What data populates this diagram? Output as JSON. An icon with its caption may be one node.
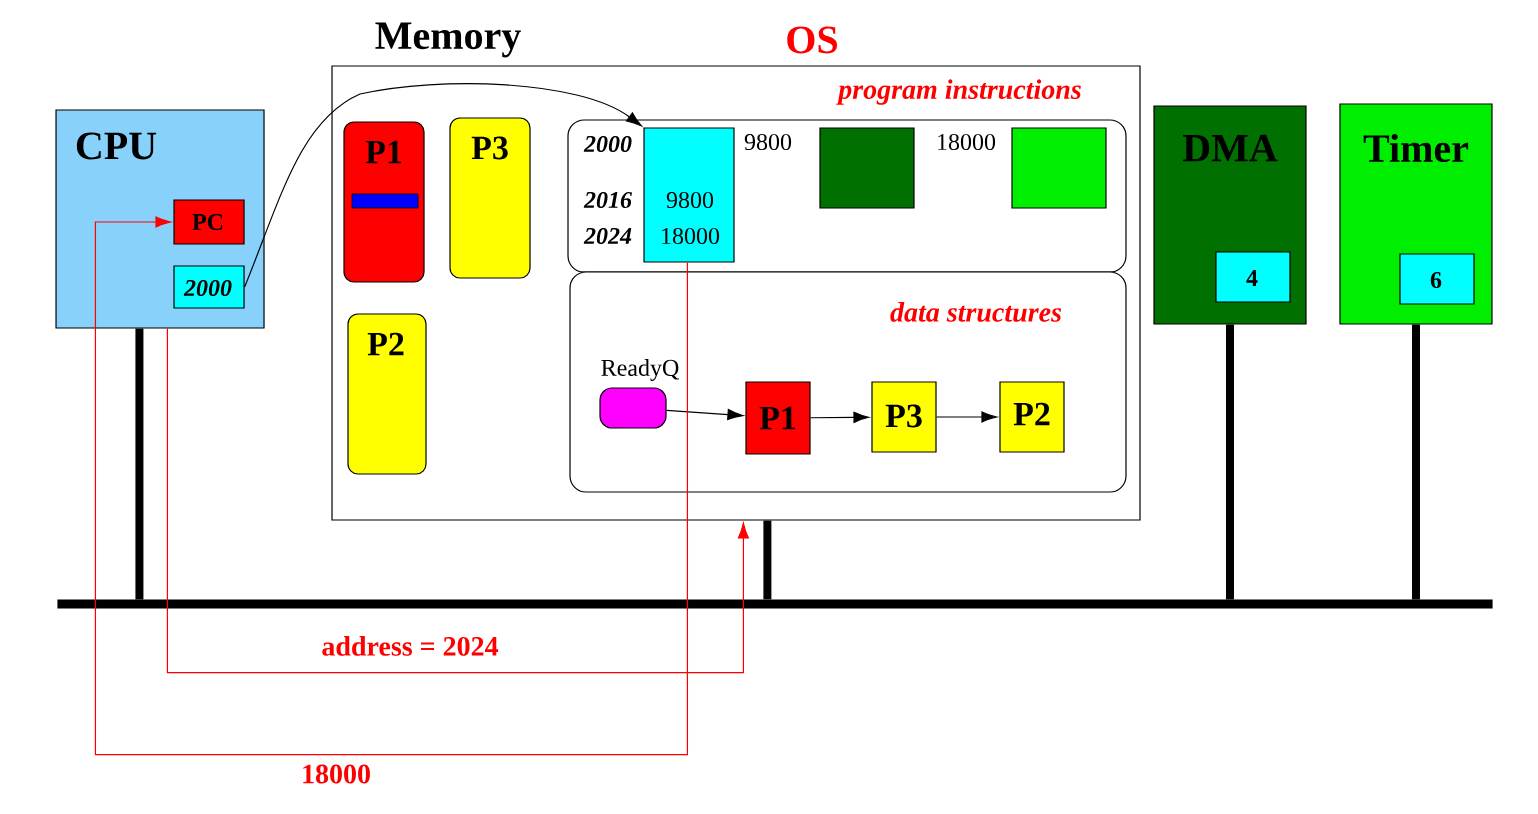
{
  "diagram": {
    "nodes": [
      {
        "text": [
          "CPU"
        ]
      },
      {
        "text": [
          "PC"
        ],
        "in": 0
      },
      {
        "text": [
          "2000"
        ],
        "in": 0
      },
      {
        "text": [
          "Memory",
          "OS"
        ]
      },
      {
        "text": [
          "P1"
        ],
        "in": 3
      },
      {
        "text": [
          "P3"
        ],
        "in": 3
      },
      {
        "text": [
          "P2"
        ],
        "in": 3
      },
      {
        "text": [
          "program instructions"
        ],
        "in": 3
      },
      {
        "text": [
          "9800",
          "18000"
        ],
        "in": 7,
        "beside": [
          "2000",
          "2016",
          "2024"
        ]
      },
      {
        "text": [],
        "shape": "box",
        "in": 7
      },
      {
        "text": [],
        "shape": "box",
        "in": 7
      },
      {
        "text": [
          "data structures"
        ],
        "in": 3
      },
      {
        "text": [],
        "shape": "box",
        "in": 11,
        "beside": [
          "ReadyQ"
        ]
      },
      {
        "text": [
          "P1"
        ],
        "in": 11
      },
      {
        "text": [
          "P3"
        ],
        "in": 11
      },
      {
        "text": [
          "P2"
        ],
        "in": 11
      },
      {
        "text": [
          "DMA"
        ]
      },
      {
        "text": [
          "4"
        ],
        "in": 16
      },
      {
        "text": [
          "Timer"
        ]
      },
      {
        "text": [
          "6"
        ],
        "in": 18
      },
      {
        "text": [],
        "shape": "bar"
      }
    ],
    "edges": [
      {
        "from": 2,
        "to": 8,
        "arrow": "to"
      },
      {
        "from": 12,
        "to": 13,
        "arrow": "to"
      },
      {
        "from": 13,
        "to": 14,
        "arrow": "to"
      },
      {
        "from": 14,
        "to": 15,
        "arrow": "to"
      },
      {
        "from": 0,
        "to": 3,
        "arrow": "to",
        "label": "address = 2024",
        "color": "#ff0000"
      },
      {
        "from": 8,
        "to": 1,
        "arrow": "to",
        "label": "18000",
        "color": "#ff0000"
      },
      {
        "from": 0,
        "to": 20,
        "arrow": "none",
        "style": "thick"
      },
      {
        "from": 3,
        "to": 20,
        "arrow": "none",
        "style": "thick"
      },
      {
        "from": 16,
        "to": 20,
        "arrow": "none",
        "style": "thick"
      },
      {
        "from": 18,
        "to": 20,
        "arrow": "none",
        "style": "thick"
      }
    ],
    "labels": [
      "9800",
      "18000"
    ]
  }
}
